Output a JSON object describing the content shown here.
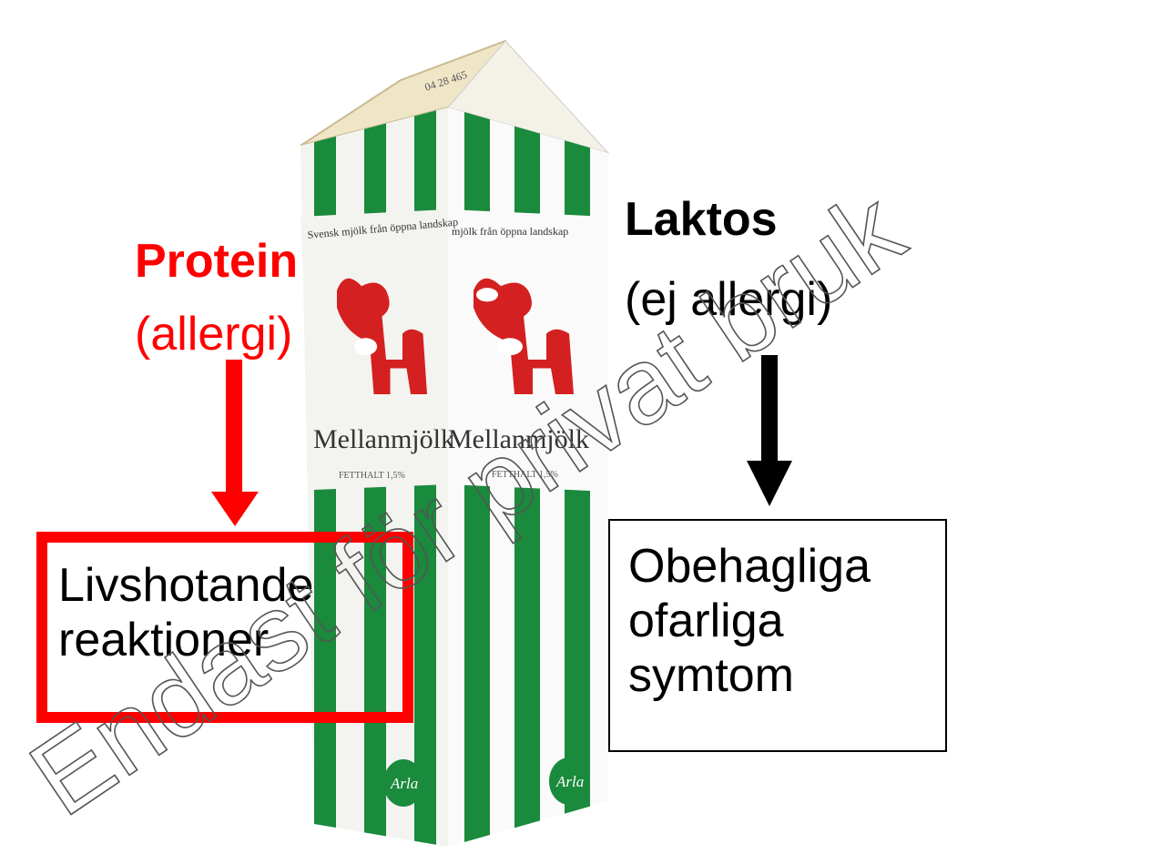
{
  "protein": {
    "title": "Protein",
    "subtitle": "(allergi)",
    "color": "#ff0000"
  },
  "laktos": {
    "title": "Laktos",
    "subtitle": "(ej allergi)",
    "color": "#000000"
  },
  "outcomes": {
    "protein": [
      "Livshotande",
      "reaktioner"
    ],
    "laktos": [
      "Obehagliga",
      "ofarliga",
      "symtom"
    ]
  },
  "carton": {
    "brand": "Arla",
    "product": "Mellanmjölk",
    "product_right": "Mellanmjölk",
    "fat": "FETTHALT 1,5%",
    "slogan_left": "Svensk mjölk från öppna landskap",
    "slogan_right": "mjölk från öppna landskap",
    "date": "04 28 465",
    "stripe_color": "#1a8a3c",
    "cow_color": "#d42020"
  },
  "watermark": {
    "text": "Endast för privat bruk"
  }
}
